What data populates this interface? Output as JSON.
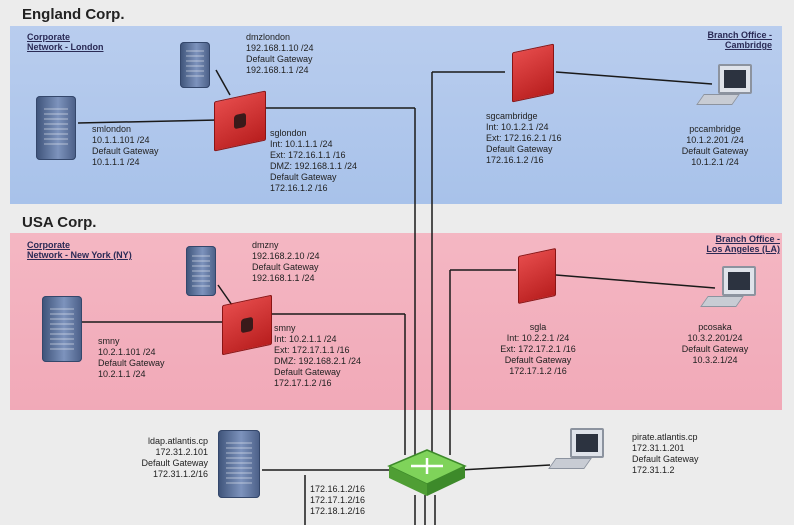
{
  "zones": {
    "england": {
      "title": "England Corp.",
      "hq_label": "Corporate\nNetwork - London",
      "branch_label": "Branch Office -\nCambridge"
    },
    "usa": {
      "title": "USA Corp.",
      "hq_label": "Corporate\nNetwork - New York (NY)",
      "branch_label": "Branch Office -\nLos Angeles (LA)"
    }
  },
  "nodes": {
    "dmzlondon": "dmzlondon\n192.168.1.10 /24\nDefault Gateway\n192.168.1.1 /24",
    "smlondon": "smlondon\n10.1.1.101 /24\nDefault Gateway\n10.1.1.1 /24",
    "sglondon": "sglondon\nInt: 10.1.1.1 /24\nExt: 172.16.1.1 /16\nDMZ: 192.168.1.1 /24\nDefault Gateway\n172.16.1.2 /16",
    "sgcambridge": "sgcambridge\nInt: 10.1.2.1 /24\nExt: 172.16.2.1 /16\nDefault Gateway\n172.16.1.2 /16",
    "pccambridge": "pccambridge\n10.1.2.201 /24\nDefault Gateway\n10.1.2.1 /24",
    "dmzny": "dmzny\n192.168.2.10 /24\nDefault Gateway\n192.168.1.1 /24",
    "smny": "smny\n10.2.1.101 /24\nDefault Gateway\n10.2.1.1 /24",
    "sgny": "smny\nInt: 10.2.1.1 /24\nExt: 172.17.1.1 /16\nDMZ: 192.168.2.1 /24\nDefault Gateway\n172.17.1.2 /16",
    "sgla": "sgla\nInt: 10.2.2.1 /24\nExt: 172.17.2.1 /16\nDefault Gateway\n172.17.1.2 /16",
    "pcosaka": "pcosaka\n10.3.2.201/24\nDefault Gateway\n10.3.2.1/24",
    "ldap": "ldap.atlantis.cp\n172.31.2.101\nDefault Gateway\n172.31.1.2/16",
    "pirate": "pirate.atlantis.cp\n172.31.1.201\nDefault Gateway\n172.31.1.2",
    "router_ips": "172.16.1.2/16\n172.17.1.2/16\n172.18.1.2/16"
  }
}
